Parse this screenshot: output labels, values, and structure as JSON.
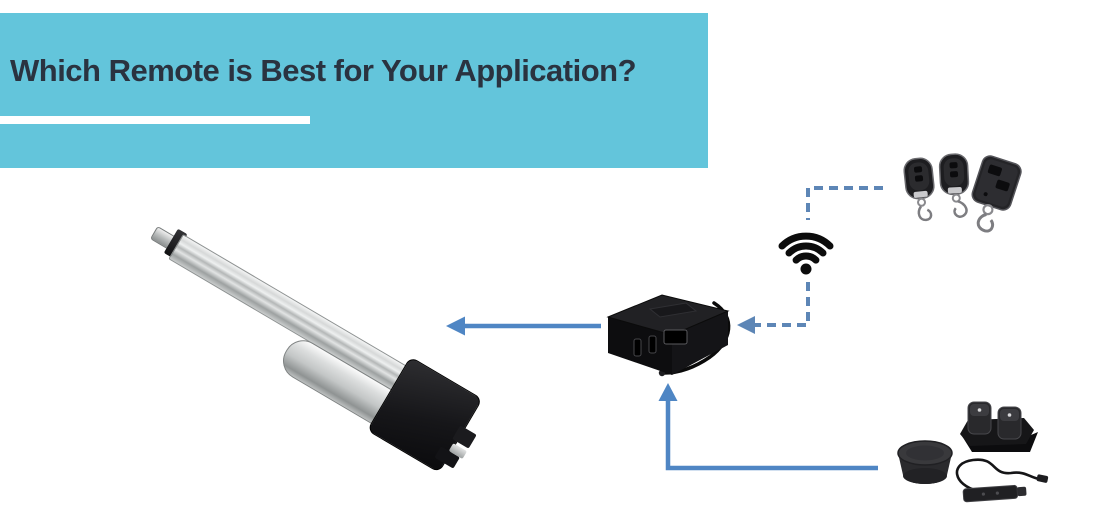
{
  "header": {
    "title": "Which Remote is Best for Your Application?"
  },
  "theme": {
    "header_bg": "#63c5db",
    "title_color": "#2a3340",
    "underline": "#ffffff",
    "arrow_solid": "#4f86c4",
    "arrow_dashed": "#5d86b6",
    "background": "#ffffff"
  },
  "diagram": {
    "components": [
      {
        "name": "linear-actuator"
      },
      {
        "name": "control-box"
      },
      {
        "name": "wifi-icon"
      },
      {
        "name": "keyfob-remote-pair"
      },
      {
        "name": "keyfob-remote-square"
      },
      {
        "name": "rocker-switch-panel"
      },
      {
        "name": "round-foot-switch"
      },
      {
        "name": "wired-handset-switch"
      }
    ],
    "connections": [
      {
        "from": "keyfob-remotes",
        "via": "wifi",
        "to": "control-box",
        "style": "dashed"
      },
      {
        "from": "wired-controls",
        "to": "control-box",
        "style": "solid"
      },
      {
        "from": "control-box",
        "to": "linear-actuator",
        "style": "solid"
      }
    ]
  }
}
